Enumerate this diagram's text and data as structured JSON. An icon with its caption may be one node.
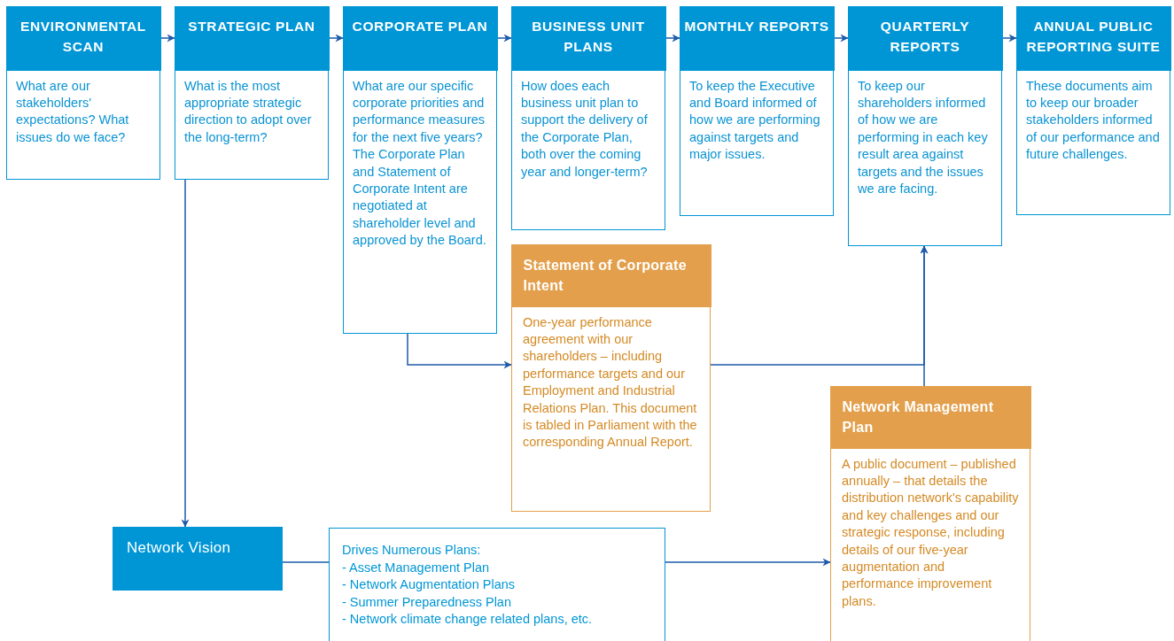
{
  "diagram": {
    "nodes": [
      {
        "text": [
          "ENVIRONMENTAL SCAN",
          "What are our stakeholders' expectations? What issues do we face?"
        ]
      },
      {
        "text": [
          "STRATEGIC PLAN",
          "What is the most appropriate strategic direction to adopt over the long-term?"
        ]
      },
      {
        "text": [
          "CORPORATE PLAN",
          "What are our specific corporate priorities and performance measures for the next five years? The Corporate Plan and Statement of Corporate Intent are negotiated at shareholder level and approved by the Board."
        ]
      },
      {
        "text": [
          "BUSINESS UNIT PLANS",
          "How does each business unit plan to support the delivery of the Corporate Plan, both over the coming year and longer-term?"
        ]
      },
      {
        "text": [
          "MONTHLY REPORTS",
          "To keep the Executive and Board informed of how we are performing against targets and major issues."
        ]
      },
      {
        "text": [
          "QUARTERLY REPORTS",
          "To keep our shareholders informed of how we are performing in each key result area against targets and the issues we are facing."
        ]
      },
      {
        "text": [
          "ANNUAL PUBLIC REPORTING SUITE",
          "These documents aim to keep our broader stakeholders informed of our performance and future challenges."
        ]
      },
      {
        "text": [
          "Statement of Corporate Intent",
          "One-year performance agreement with our shareholders – including performance targets and our Employment and Industrial Relations Plan. This document is tabled in Parliament with the corresponding Annual Report."
        ]
      },
      {
        "text": [
          "Network Management Plan",
          "A public document – published annually – that details the distribution network's capability and key challenges and our strategic response, including details of our five-year augmentation and performance improvement plans."
        ]
      },
      {
        "text": [
          "Network Vision"
        ]
      },
      {
        "text": [
          "Drives Numerous Plans:",
          "- Asset Management Plan",
          "- Network Augmentation Plans",
          "- Summer Preparedness Plan",
          "- Network climate change related plans, etc."
        ]
      }
    ],
    "edges": [
      {
        "from": 0,
        "to": 1,
        "arrow": "to"
      },
      {
        "from": 1,
        "to": 2,
        "arrow": "to"
      },
      {
        "from": 2,
        "to": 3,
        "arrow": "to"
      },
      {
        "from": 3,
        "to": 4,
        "arrow": "to"
      },
      {
        "from": 4,
        "to": 5,
        "arrow": "to"
      },
      {
        "from": 5,
        "to": 6,
        "arrow": "to"
      },
      {
        "from": 1,
        "to": 9,
        "arrow": "to"
      },
      {
        "from": 2,
        "to": 7,
        "arrow": "to"
      },
      {
        "from": 7,
        "to": 5,
        "arrow": "to"
      },
      {
        "from": 8,
        "to": 5,
        "arrow": "to"
      },
      {
        "from": 9,
        "to": 10,
        "arrow": "none"
      },
      {
        "from": 10,
        "to": 8,
        "arrow": "to"
      }
    ]
  }
}
